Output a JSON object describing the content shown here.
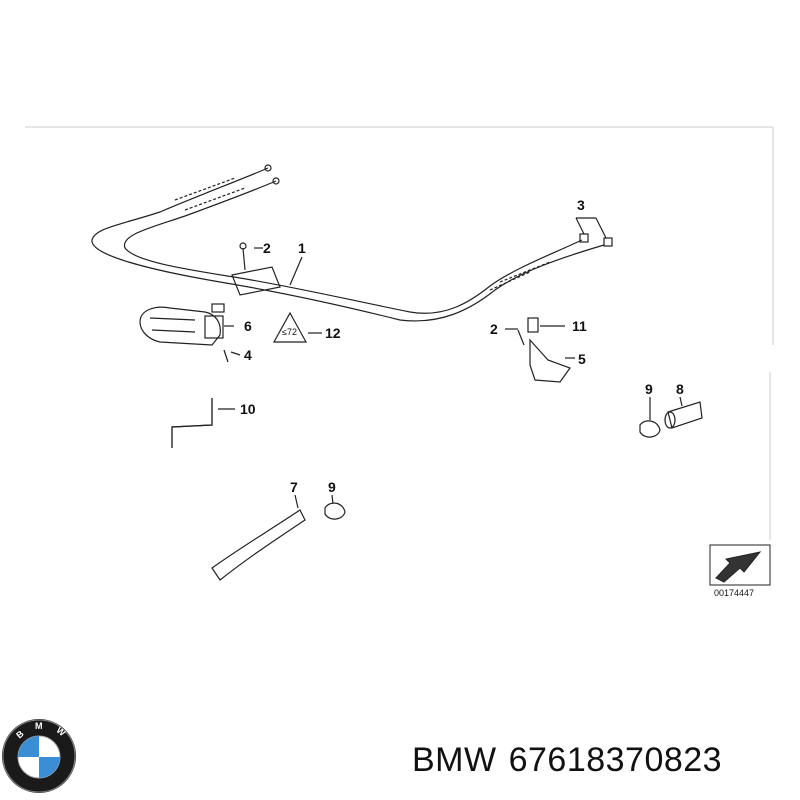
{
  "diagram": {
    "callouts": {
      "c1": "1",
      "c2a": "2",
      "c2b": "2",
      "c3": "3",
      "c4": "4",
      "c5": "5",
      "c6": "6",
      "c7": "7",
      "c8": "8",
      "c9a": "9",
      "c9b": "9",
      "c10": "10",
      "c11": "11",
      "c12": "12"
    },
    "reference_number": "00174447",
    "colors": {
      "line": "#222222",
      "background": "#ffffff"
    }
  },
  "caption": {
    "brand": "BMW",
    "part_number": "67618370823"
  },
  "logo": {
    "icon": "bmw-roundel-icon"
  }
}
